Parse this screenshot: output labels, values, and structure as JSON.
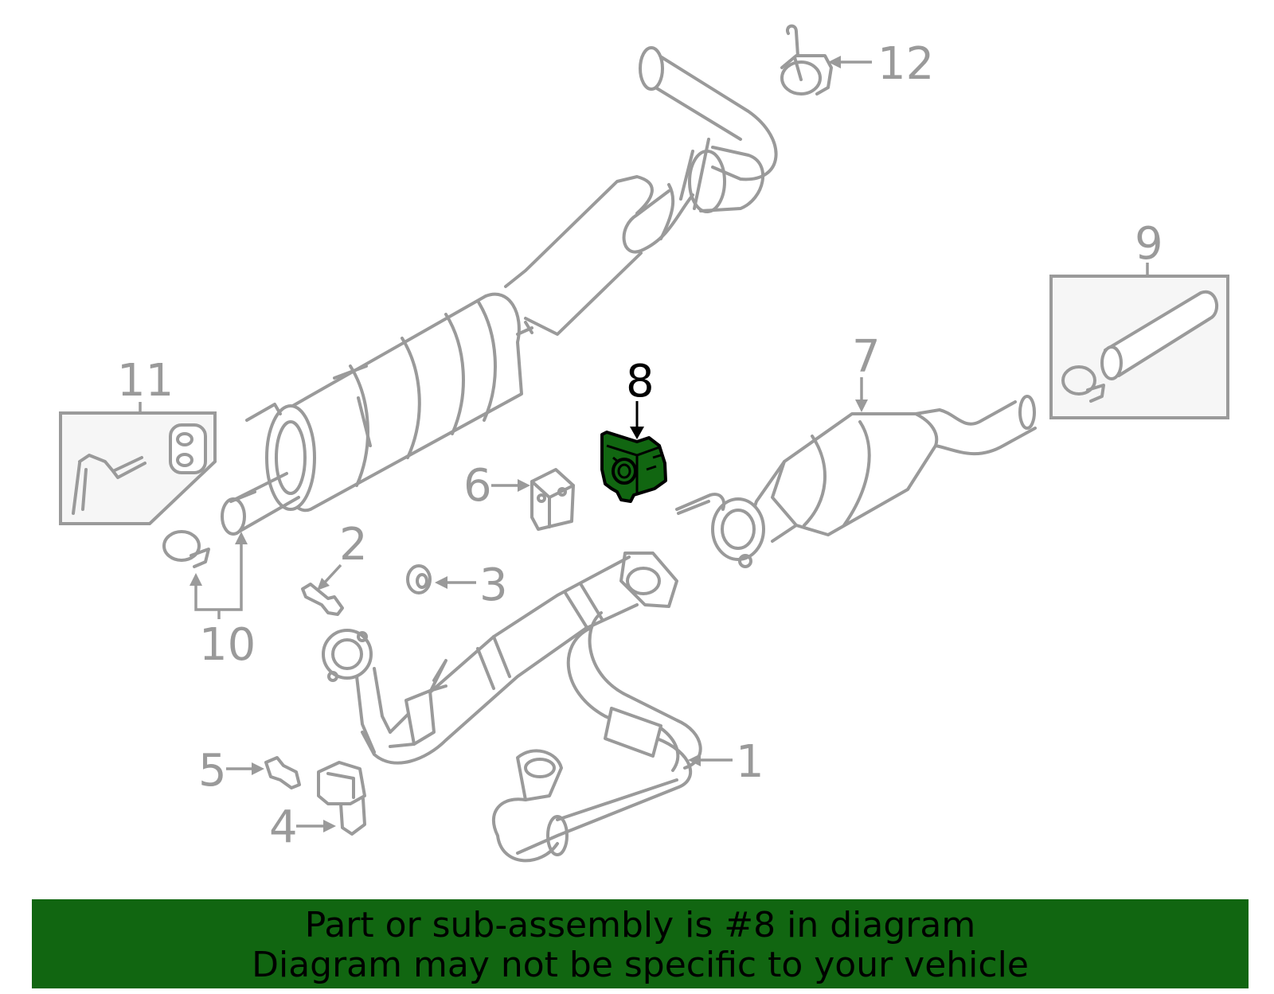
{
  "callouts": {
    "c1": "1",
    "c2": "2",
    "c3": "3",
    "c4": "4",
    "c5": "5",
    "c6": "6",
    "c7": "7",
    "c8": "8",
    "c9": "9",
    "c10": "10",
    "c11": "11",
    "c12": "12"
  },
  "highlight": {
    "part": "8",
    "color": "#116611"
  },
  "banner": {
    "line1": "Part or sub-assembly is #8 in diagram",
    "line2": "Diagram may not be specific to your vehicle",
    "color": "#116611"
  }
}
